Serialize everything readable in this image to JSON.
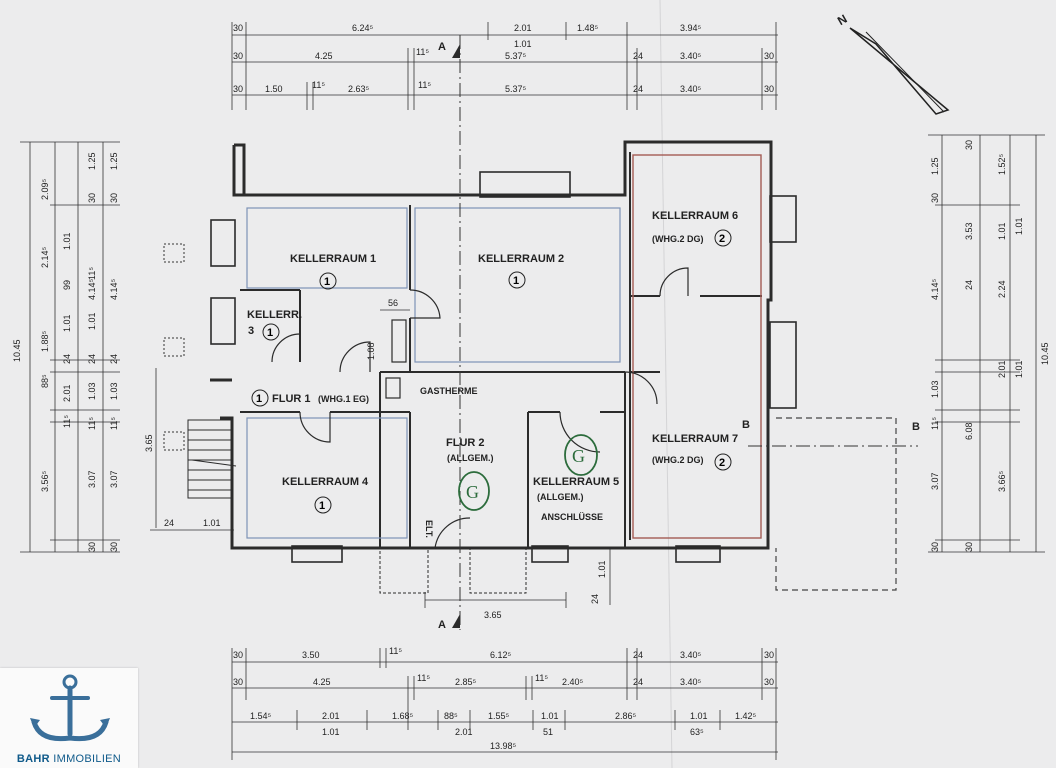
{
  "colors": {
    "wall": "#2b2b2b",
    "room_outline_blue": "#7d93b6",
    "room_outline_red": "#a45c55",
    "marker_green": "#2c6c3c",
    "brand_blue": "#0f5a8a"
  },
  "north_marker": "N",
  "rooms": [
    {
      "name": "KELLERRAUM 1",
      "unit": "1",
      "sub": ""
    },
    {
      "name": "KELLERRAUM 2",
      "unit": "1",
      "sub": ""
    },
    {
      "name": "KELLERR.",
      "unit": "1",
      "sub": "3"
    },
    {
      "name": "FLUR 1",
      "unit": "1",
      "sub": "(WHG.1 EG)"
    },
    {
      "name": "KELLERRAUM 4",
      "unit": "1",
      "sub": ""
    },
    {
      "name": "FLUR 2",
      "unit": "",
      "sub": "(ALLGEM.)"
    },
    {
      "name": "KELLERRAUM 5",
      "unit": "",
      "sub": "(ALLGEM.)"
    },
    {
      "name": "KELLERRAUM 6",
      "unit": "2",
      "sub": "(WHG.2 DG)"
    },
    {
      "name": "KELLERRAUM 7",
      "unit": "2",
      "sub": "(WHG.2 DG)"
    }
  ],
  "notes": {
    "gastherme": "GASTHERME",
    "anschluesse": "ANSCHLÜSSE",
    "elt": "ELT.",
    "handwritten_g": "G",
    "section_a": "A",
    "section_b": "B"
  },
  "dims_top": {
    "row1": [
      "30",
      "6.24⁵",
      "2.01",
      "1.48⁵",
      "3.94⁵"
    ],
    "row1_sub": "1.01",
    "row2": [
      "30",
      "4.25",
      "11⁵",
      "5.37⁵",
      "24",
      "3.40⁵",
      "30"
    ],
    "row3": [
      "30",
      "1.50",
      "11⁵",
      "2.63⁵",
      "11⁵",
      "5.37⁵",
      "24",
      "3.40⁵",
      "30"
    ]
  },
  "dims_bottom": {
    "row1": [
      "30",
      "3.50",
      "11⁵",
      "6.12⁵",
      "24",
      "3.40⁵",
      "30"
    ],
    "row2": [
      "30",
      "4.25",
      "11⁵",
      "2.85⁵",
      "11⁵",
      "2.40⁵",
      "24",
      "3.40⁵",
      "30"
    ],
    "row3": [
      "1.54⁵",
      "2.01",
      "1.68⁵",
      "88⁵",
      "1.55⁵",
      "1.01",
      "2.86⁵",
      "1.01",
      "1.42⁵"
    ],
    "row3_sub": [
      "1.01",
      "2.01",
      "51",
      "63⁵"
    ],
    "total": "13.98⁵"
  },
  "dims_left": {
    "total": "10.45",
    "col_a": [
      "2.09⁵",
      "2.14⁵",
      "1.88⁵",
      "88⁵",
      "3.56⁵"
    ],
    "col_b": [
      "1.01",
      "99",
      "1.01",
      "24",
      "2.01",
      "11⁵"
    ],
    "col_c": [
      "1.25",
      "30",
      "4.14⁵",
      "11⁵",
      "1.01",
      "24",
      "1.03",
      "11⁵",
      "3.07",
      "30"
    ],
    "col_d": [
      "1.25",
      "30",
      "4.14⁵",
      "24",
      "1.03",
      "11⁵",
      "3.07",
      "30"
    ]
  },
  "dims_right": {
    "total": "10.45",
    "col_a": [
      "1.25",
      "30",
      "3.53",
      "4.14⁵",
      "24",
      "1.03",
      "11⁵",
      "3.07",
      "30"
    ],
    "col_b": [
      "30",
      "1.52⁵",
      "1.01",
      "2.24",
      "2.01",
      "6.08",
      "3.66⁵",
      "30"
    ],
    "col_c": [
      "1.01",
      "1.01"
    ]
  },
  "dims_misc": {
    "d56": "56",
    "d108": "1.08",
    "d365_left": "3.65",
    "d24_left": "24",
    "d101_left": "1.01",
    "d365_bottom": "3.65",
    "d101_bottom": "1.01",
    "d24_bottom": "24"
  },
  "logo": {
    "brand_bold": "BAHR",
    "brand_rest": "IMMOBILIEN",
    "icon": "anchor-icon"
  }
}
